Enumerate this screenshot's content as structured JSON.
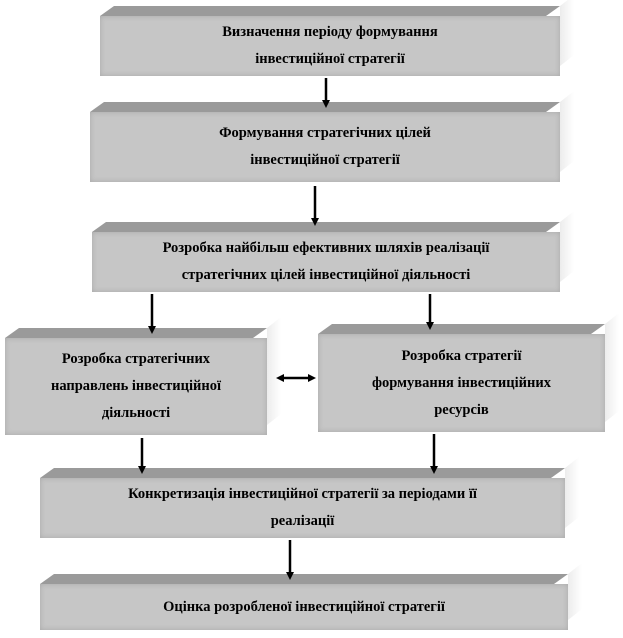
{
  "boxes": {
    "b1": "Визначення періоду формування\nінвестиційної стратегії",
    "b2": "Формування стратегічних цілей\nінвестиційної стратегії",
    "b3": "Розробка найбільш ефективних шляхів реалізації\nстратегічних цілей інвестиційної діяльності",
    "b4": "Розробка стратегічних\nнаправлень інвестиційної\nдіяльності",
    "b5": "Розробка стратегії\nформування інвестиційних\nресурсів",
    "b6": "Конкретизація інвестиційної стратегії за періодами її\nреалізації",
    "b7": "Оцінка розробленої інвестиційної стратегії"
  }
}
